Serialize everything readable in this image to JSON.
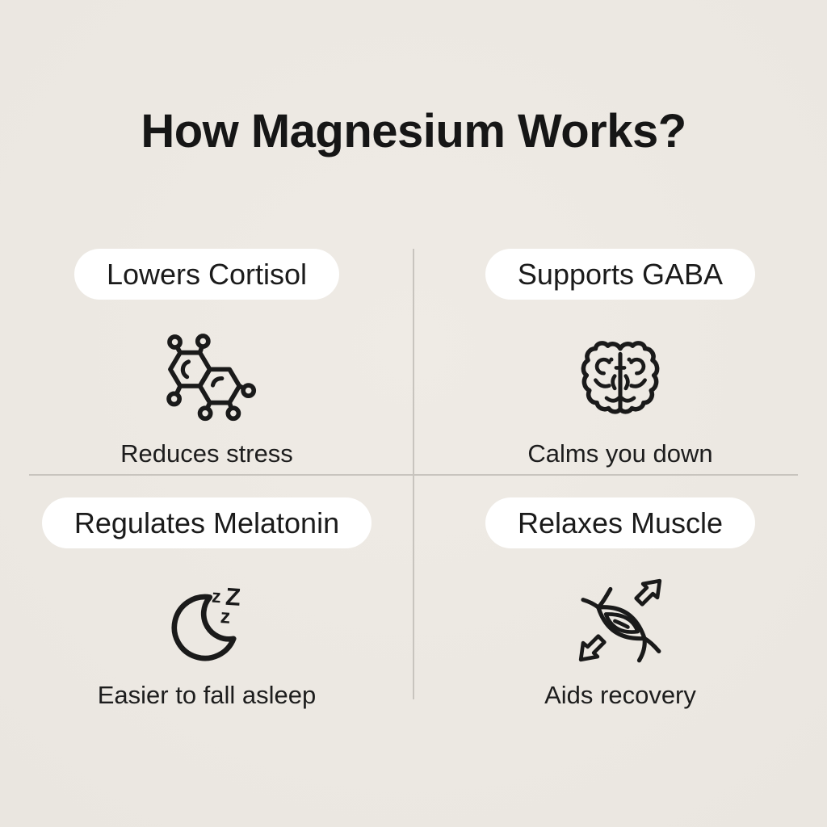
{
  "page": {
    "title": "How Magnesium Works?",
    "background_color": "#ece8e2",
    "text_color": "#1a1a1a",
    "pill_background": "#ffffff",
    "divider_color": "#c8c4be"
  },
  "quadrants": [
    {
      "label": "Lowers Cortisol",
      "icon": "molecule-icon",
      "caption": "Reduces stress"
    },
    {
      "label": "Supports GABA",
      "icon": "brain-icon",
      "caption": "Calms you down"
    },
    {
      "label": "Regulates Melatonin",
      "icon": "moon-zzz-icon",
      "caption": "Easier to fall asleep"
    },
    {
      "label": "Relaxes Muscle",
      "icon": "muscle-stretch-icon",
      "caption": "Aids recovery"
    }
  ]
}
